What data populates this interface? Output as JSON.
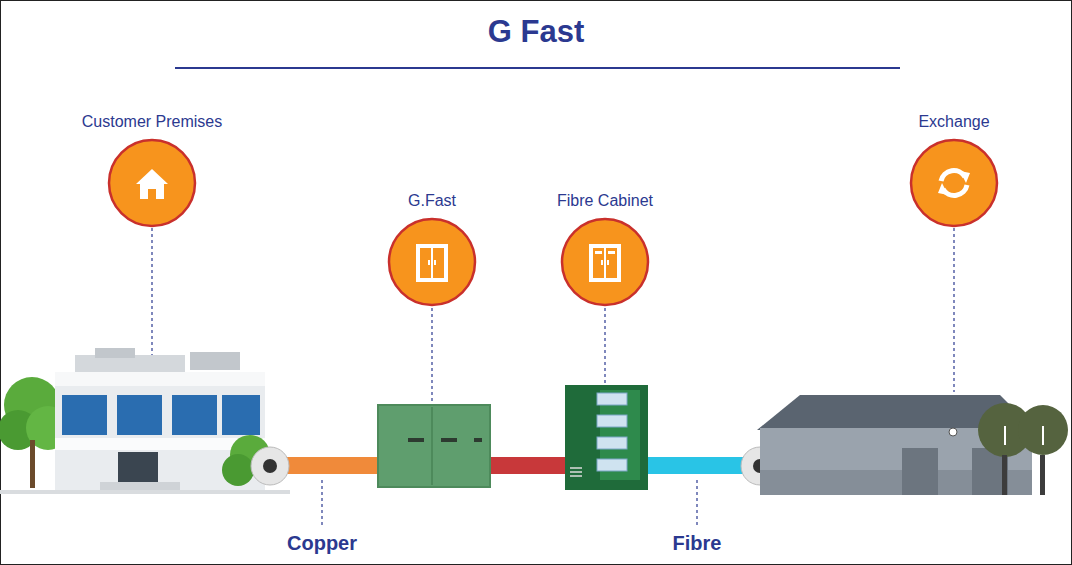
{
  "diagram": {
    "title": "G Fast",
    "nodes": [
      {
        "text": [
          "Customer Premises"
        ]
      },
      {
        "text": [
          "G.Fast"
        ]
      },
      {
        "text": [
          "Fibre Cabinet"
        ]
      },
      {
        "text": [
          "Exchange"
        ]
      }
    ],
    "labels": [
      "Copper",
      "Fibre"
    ]
  }
}
